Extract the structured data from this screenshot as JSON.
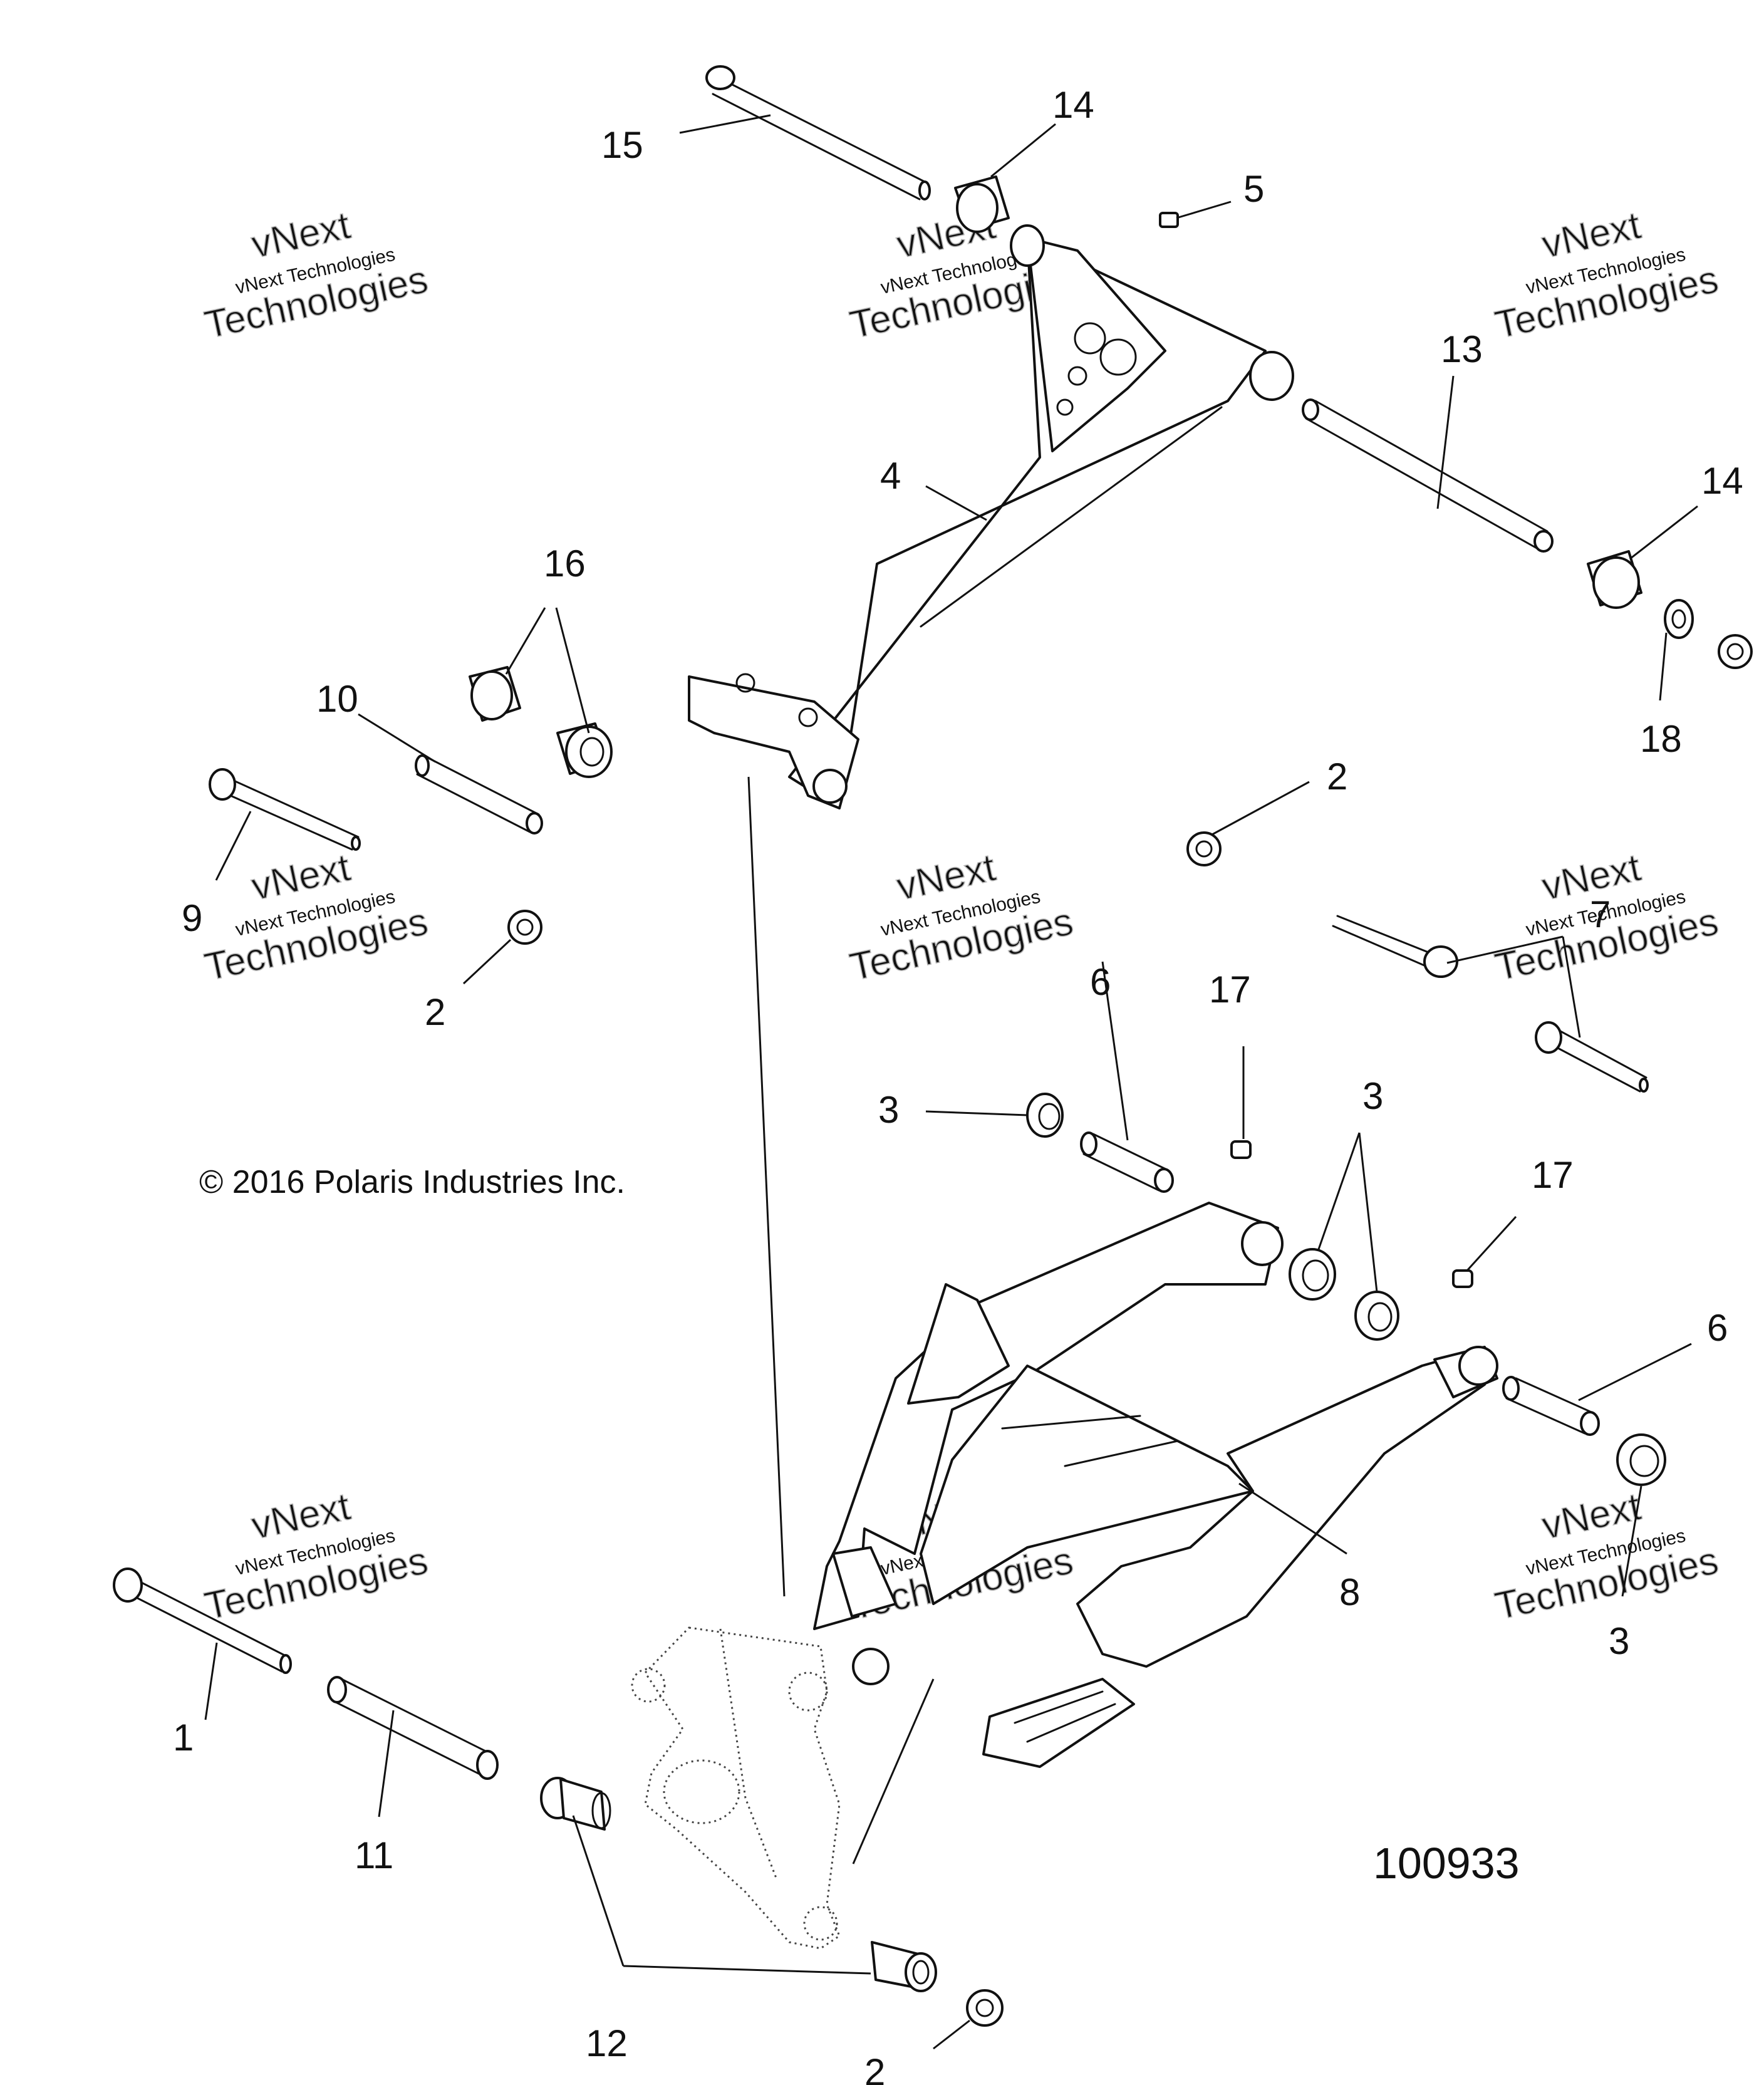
{
  "callouts": [
    {
      "label": "15"
    },
    {
      "label": "14"
    },
    {
      "label": "5"
    },
    {
      "label": "13"
    },
    {
      "label": "14"
    },
    {
      "label": "4"
    },
    {
      "label": "16"
    },
    {
      "label": "10"
    },
    {
      "label": "18"
    },
    {
      "label": "2"
    },
    {
      "label": "9"
    },
    {
      "label": "2"
    },
    {
      "label": "7"
    },
    {
      "label": "6"
    },
    {
      "label": "17"
    },
    {
      "label": "3"
    },
    {
      "label": "3"
    },
    {
      "label": "17"
    },
    {
      "label": "6"
    },
    {
      "label": "8"
    },
    {
      "label": "3"
    },
    {
      "label": "1"
    },
    {
      "label": "11"
    },
    {
      "label": "12"
    },
    {
      "label": "2"
    }
  ],
  "copyright": "© 2016 Polaris Industries Inc.",
  "figure_id": "100933",
  "watermark": {
    "line1": "vNext Technologies",
    "line2": "vNext",
    "line3": "Technologies"
  }
}
